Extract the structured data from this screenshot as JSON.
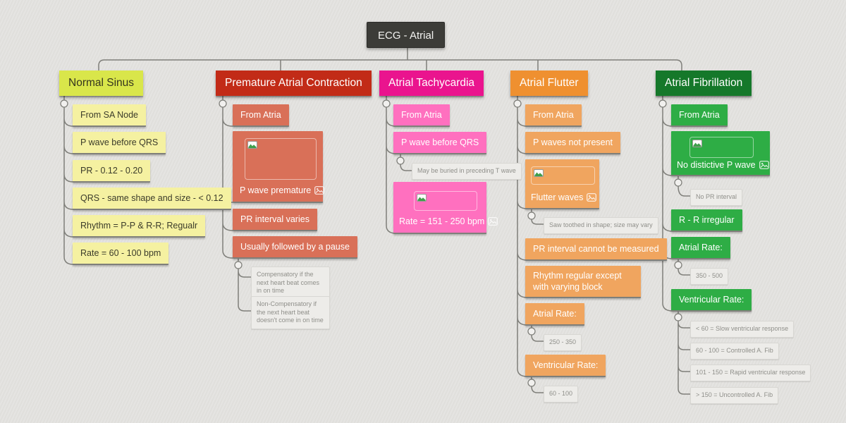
{
  "app": {
    "background_color": "#e4e3e0",
    "connector_color": "#7f7f7a",
    "note_style": {
      "bg": "#edece9",
      "text_color": "#8f8f8a"
    }
  },
  "root": {
    "label": "ECG - Atrial",
    "bg": "#3c3c38",
    "text_color": "#f2f2f0"
  },
  "branches": [
    {
      "label": "Normal Sinus",
      "header_color": "#d9e64a",
      "child_color": "#f5f1a1",
      "children": [
        {
          "label": "From SA Node"
        },
        {
          "label": "P wave before QRS"
        },
        {
          "label": "PR - 0.12 - 0.20"
        },
        {
          "label": "QRS - same shape and size - < 0.12"
        },
        {
          "label": "Rhythm = P-P & R-R; Regualr"
        },
        {
          "label": "Rate = 60 - 100  bpm"
        }
      ]
    },
    {
      "label": "Premature Atrial Contraction",
      "header_color": "#c22b17",
      "child_color": "#d97058",
      "children": [
        {
          "label": "From Atria"
        },
        {
          "label": "P wave premature",
          "has_image": true,
          "icons": [
            "broken-image-icon",
            "image-attachment-icon"
          ]
        },
        {
          "label": "PR interval varies"
        },
        {
          "label": "Usually followed by a pause",
          "notes": [
            "Compensatory if the next heart beat comes in on time",
            "Non-Compensatory if the next heart beat doesn't come in on time"
          ]
        }
      ]
    },
    {
      "label": "Atrial Tachycardia",
      "header_color": "#ea148e",
      "child_color": "#ff70bf",
      "children": [
        {
          "label": "From Atria"
        },
        {
          "label": "P wave before QRS",
          "notes": [
            "May be buried in preceding T wave"
          ]
        },
        {
          "label": "Rate = 151 - 250 bpm",
          "has_image": true,
          "icons": [
            "broken-image-icon",
            "image-attachment-icon"
          ]
        }
      ]
    },
    {
      "label": "Atrial Flutter",
      "header_color": "#ef9030",
      "child_color": "#f0a55f",
      "children": [
        {
          "label": "From Atria"
        },
        {
          "label": "P waves not present"
        },
        {
          "label": "Flutter waves",
          "has_image": true,
          "icons": [
            "broken-image-icon",
            "image-attachment-icon"
          ],
          "notes": [
            "Saw toothed in shape; size may vary"
          ]
        },
        {
          "label": "PR interval cannot be measured"
        },
        {
          "label": "Rhythm regular except with varying block"
        },
        {
          "label": "Atrial Rate:",
          "notes": [
            "250 - 350"
          ]
        },
        {
          "label": "Ventricular Rate:",
          "notes": [
            "60 - 100"
          ]
        }
      ]
    },
    {
      "label": "Atrial Fibrillation",
      "header_color": "#15782a",
      "child_color": "#2ead45",
      "children": [
        {
          "label": "From Atria"
        },
        {
          "label": "No distictive P wave",
          "has_image": true,
          "icons": [
            "broken-image-icon",
            "image-attachment-icon"
          ],
          "notes": [
            "No PR interval"
          ]
        },
        {
          "label": "R - R irregular"
        },
        {
          "label": "Atrial Rate:",
          "notes": [
            "350 - 500"
          ]
        },
        {
          "label": "Ventricular Rate:",
          "notes": [
            "< 60 = Slow ventricular response",
            "60 - 100 = Controlled A. Fib",
            "101 - 150 = Rapid ventricular response",
            "> 150 = Uncontrolled A. Fib"
          ]
        }
      ]
    }
  ]
}
